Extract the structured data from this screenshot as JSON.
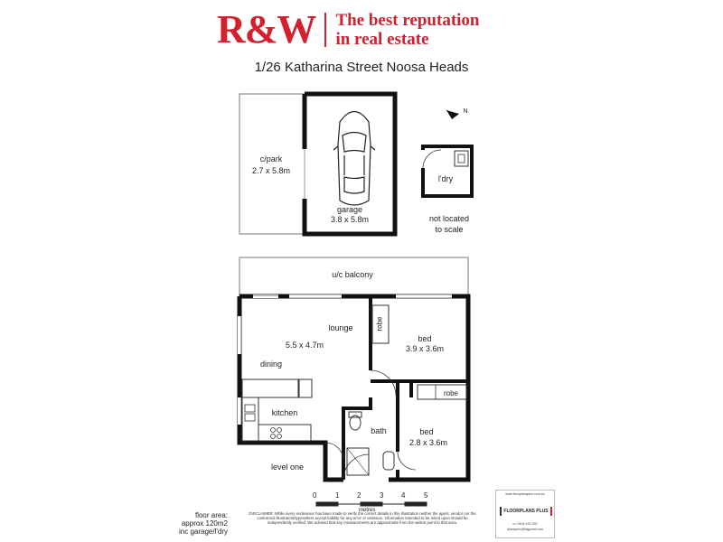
{
  "header": {
    "logo": "R&W",
    "tagline_line1": "The best reputation",
    "tagline_line2": "in real estate",
    "address": "1/26 Katharina Street Noosa Heads"
  },
  "labels": {
    "cpark": "c/park",
    "cpark_size": "2.7 x 5.8m",
    "garage": "garage",
    "garage_size": "3.8 x 5.8m",
    "north": "N",
    "ldry": "l'dry",
    "not_located_1": "not located",
    "not_located_2": "to scale",
    "balcony": "u/c balcony",
    "lounge": "lounge",
    "lounge_size": "5.5 x 4.7m",
    "dining": "dining",
    "kitchen": "kitchen",
    "robe1": "robe",
    "robe2": "robe",
    "bed1": "bed",
    "bed1_size": "3.9 x 3.6m",
    "bed2": "bed",
    "bed2_size": "2.8 x 3.6m",
    "bath": "bath",
    "level": "level one"
  },
  "scale": {
    "ticks": [
      "0",
      "1",
      "2",
      "3",
      "4",
      "5"
    ],
    "unit": "metres"
  },
  "footer": {
    "floor_area_1": "floor area:",
    "floor_area_2": "approx 120m2",
    "floor_area_3": "inc garage/l'dry",
    "disclaimer": "DISCLAIMER: While every endeavour has been made to verify the correct details in this illustration neither the agent, vendor nor the contracted illustrators/typesetters accept liability for any error or omission. Information intended to be relied upon should be independently verified. We advised that any measurements are approximate from the widest point to that area.",
    "fp_url": "www.floorplansplus.com.au",
    "fp_brand": "FLOORPLANS PLUS",
    "fp_phone": "m: 0404 430 330",
    "fp_email": "fplansplus@bigpond.com"
  }
}
